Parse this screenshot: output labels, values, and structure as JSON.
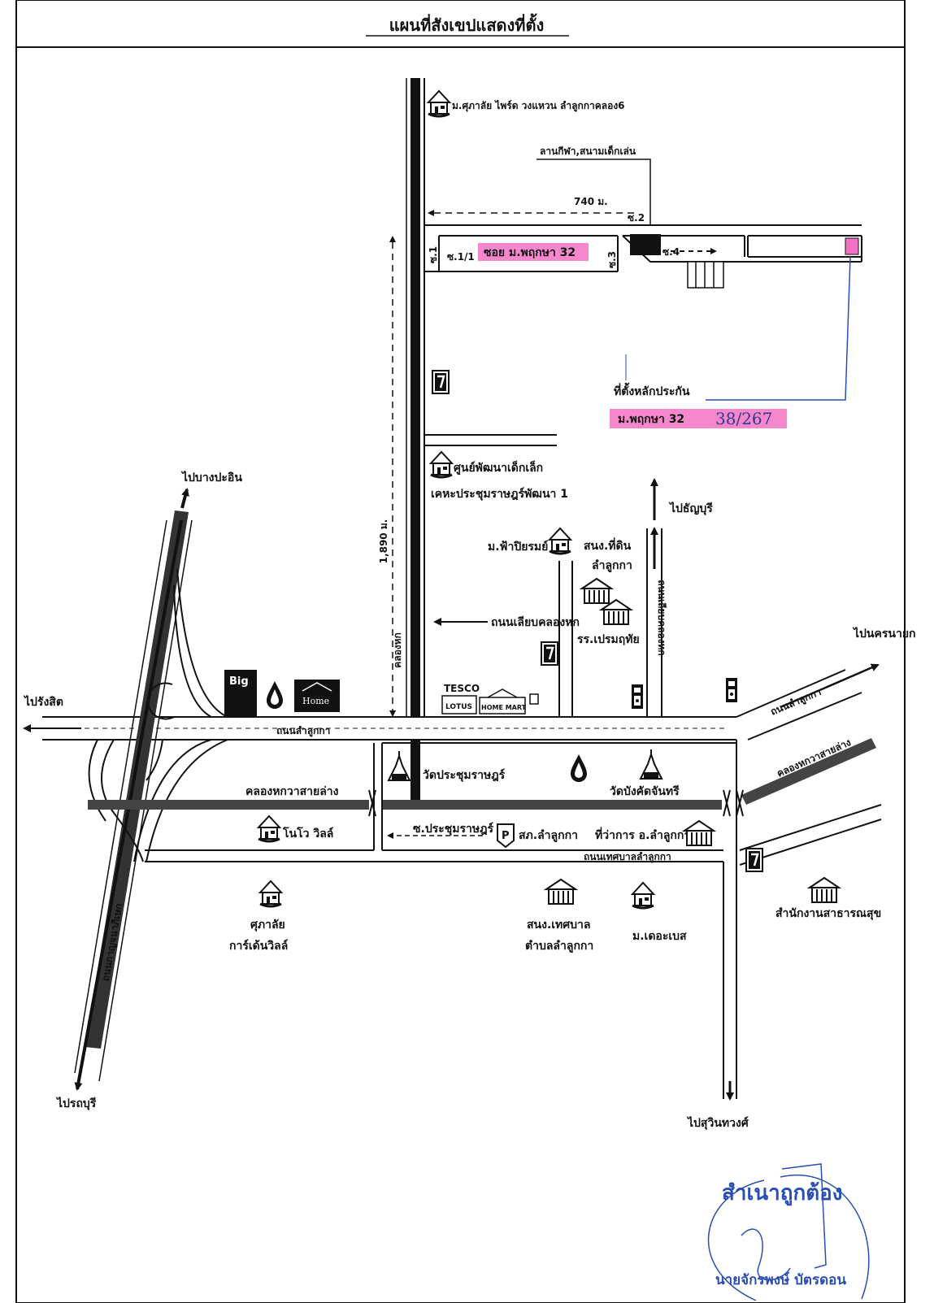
{
  "title": "แผนที่สังเขปแสดงที่ตั้ง",
  "colors": {
    "ink": "#111111",
    "highlight": "#f472c4",
    "stamp": "#2a4fb4",
    "handwriting": "#2d3a8c"
  },
  "distances": {
    "horizontal": "740 ม.",
    "vertical": "1,890 ม."
  },
  "labels": {
    "village_top": "ม.ศุภาลัย ไพร์ด วงแหวน ลำลูกกาคลอง6",
    "sports_field": "ลานกีฬา,สนามเด็กเล่น",
    "soi_1": "ซ.1",
    "soi_1_1": "ซ.1/1",
    "soi_2": "ซ.2",
    "soi_3": "ซ.3",
    "soi_4": "ซ.4",
    "soi_main": "ซอย ม.พฤกษา 32",
    "collateral_title": "ที่ตั้งหลักประกัน",
    "collateral_village": "ม.พฤกษา 32",
    "collateral_number": "38/267",
    "child_center_1": "ศูนย์พัฒนาเด็กเล็ก",
    "child_center_2": "เคหะประชุมราษฎร์พัฒนา 1",
    "to_thanyaburi": "ไปธัญบุรี",
    "fah_piyarom": "ม.ฟ้าปิยรมย์",
    "land_office_1": "สนง.ที่ดิน",
    "land_office_2": "ลำลูกกา",
    "school": "รร.เปรมฤทัย",
    "khlong_road": "ถนนเลียบคลองหก",
    "khlong_hok": "คลองหก",
    "khlong_road_east": "ถนนเลียบคลองหก",
    "to_bang_pa_in": "ไปบางปะอิน",
    "to_rangsit": "ไปรังสิต",
    "to_nakhon_nayok": "ไปนครนายก",
    "lam_luk_ka_road": "ถนนลำลูกกา",
    "lam_luk_ka_road_east": "ถนนลำลูกกา",
    "khlong_lower": "คลองหกวาสายล่าง",
    "khlong_lower_east": "คลองหกวาสายล่าง",
    "wat_prachum": "วัดประชุมราษฎร์",
    "wat_bang_kradee": "วัดบังคัดจันทรี",
    "nuvo_villa": "โนโว วิลล์",
    "soi_prachum": "ซ.ประชุมราษฎร์",
    "police": "สภ.ลำลูกกา",
    "district_office": "ที่ว่าการ อ.ลำลูกกา",
    "municipal_road": "ถนนเทศบาลลำลูกกา",
    "supalai_1": "ศุภาลัย",
    "supalai_2": "การ์เด้นวิลล์",
    "municipal_office_1": "สนง.เทศบาล",
    "municipal_office_2": "ตำบลลำลูกกา",
    "the_base": "ม.เดอะเบส",
    "health_office": "สำนักงานสาธารณสุข",
    "ring_road": "ถนนกาญจนาภิเษก",
    "to_pathum": "ไปรถบุรี",
    "to_suwinthawong": "ไปสุวินทวงศ์",
    "big_c": "Big",
    "home_pro": "Home",
    "tesco": "TESCO",
    "lotus": "LOTUS",
    "home_mart": "HOME MART",
    "seven": "7",
    "parking": "P"
  },
  "stamp": {
    "certified": "สำเนาถูกต้อง",
    "name": "นายจักรพงษ์ บัตรดอน"
  }
}
